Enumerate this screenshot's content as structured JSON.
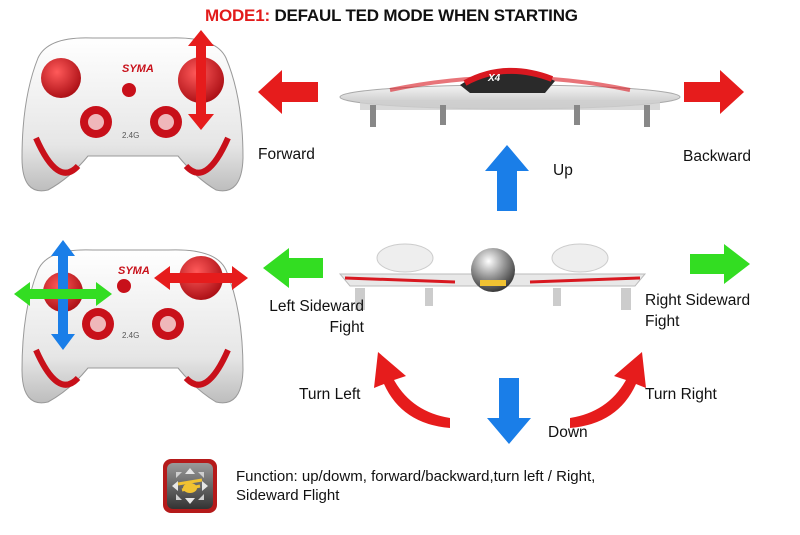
{
  "title": {
    "mode": "MODE1:",
    "text": "DEFAUL TED MODE WHEN STARTING"
  },
  "controller": {
    "brand": "SYMA",
    "freq": "2.4G"
  },
  "drone": {
    "model": "X4"
  },
  "labels": {
    "forward": "Forward",
    "backward": "Backward",
    "up": "Up",
    "left_sideward_1": "Left Sideward",
    "left_sideward_2": "Fight",
    "right_sideward_1": "Right Sideward",
    "right_sideward_2": "Fight",
    "turn_left": "Turn Left",
    "turn_right": "Turn Right",
    "down": "Down"
  },
  "function": {
    "line1": "Function: up/dowm, forward/backward,turn left / Right,",
    "line2": "Sideward Flight"
  },
  "colors": {
    "red_arrow": "#e61c1c",
    "blue_arrow": "#1a7ee8",
    "green_arrow": "#33dd22",
    "controller_body": "#eeeeee",
    "controller_red": "#c8101a"
  }
}
